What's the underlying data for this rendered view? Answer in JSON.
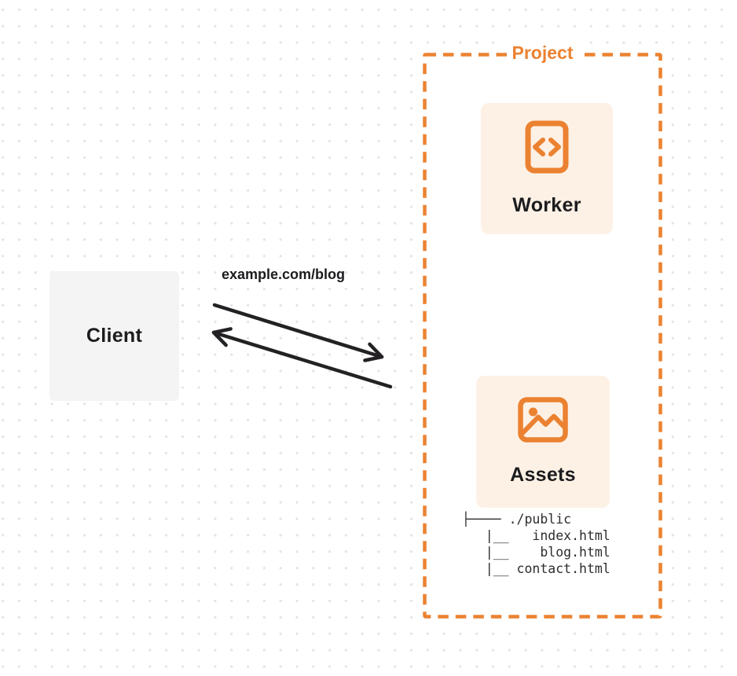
{
  "colors": {
    "orange": "#EB8231",
    "card_bg": "#FDF1E5",
    "client_bg": "#F4F4F5",
    "text_dark": "#1C1C1F",
    "arrow": "#232124",
    "dot": "#E4E4E7",
    "tree_text": "#2D2D30",
    "page_bg": "#FFFFFF"
  },
  "client": {
    "label": "Client"
  },
  "request": {
    "label": "example.com/blog"
  },
  "project": {
    "label": "Project",
    "worker": {
      "label": "Worker",
      "icon": "code-icon"
    },
    "assets": {
      "label": "Assets",
      "icon": "image-icon"
    },
    "file_tree": {
      "root": "./public",
      "files": [
        "index.html",
        "blog.html",
        "contact.html"
      ]
    }
  }
}
